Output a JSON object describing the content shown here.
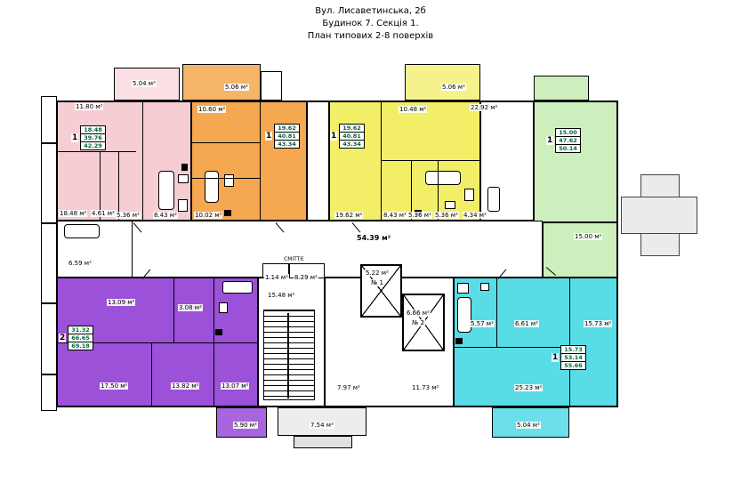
{
  "title": {
    "address": "Вул. Лисаветинська, 2б",
    "building": "Будинок 7. Секція 1.",
    "plan": "План типових 2-8 поверхів"
  },
  "apartments": {
    "pink": {
      "rooms": "1",
      "living": "18.48",
      "total": "39.76",
      "overall": "42.29"
    },
    "orange": {
      "rooms": "1",
      "living": "19.62",
      "total": "40.81",
      "overall": "43.34"
    },
    "yellow": {
      "rooms": "1",
      "living": "19.62",
      "total": "40.81",
      "overall": "43.34"
    },
    "green": {
      "rooms": "1",
      "living": "15.00",
      "total": "47.62",
      "overall": "50.14"
    },
    "purple": {
      "rooms": "2",
      "living": "31.32",
      "total": "66.65",
      "overall": "69.18"
    },
    "cyan": {
      "rooms": "1",
      "living": "15.73",
      "total": "53.14",
      "overall": "55.66"
    }
  },
  "labels": {
    "t_balcony_pink": "5.04 м²",
    "t_balcony_orange": "5.06 м²",
    "t_balcony_yellow": "5.06 м²",
    "terrace": "22.92 м²",
    "pink_room_top": "11.80 м²",
    "orange_top": "10.60 м²",
    "yellow_top": "10.48 м²",
    "pink_living": "18.48 м²",
    "pink_c1": "4.61 м²",
    "pink_c2": "5.36 м²",
    "pink_kitchen": "8.43 м²",
    "orange_kitchen": "10.02 м²",
    "yellow_living": "19.62 м²",
    "yellow_kitchen": "8.43 м²",
    "yellow_c1": "5.36 м²",
    "yellow_c2": "5.36 м²",
    "green_bath": "4.34 м²",
    "green_room2": "15.00 м²",
    "corridor": "54.39 м²",
    "left_bath": "6.59 м²",
    "chute": "СМІТТЄ",
    "chute_room": "1.14 м²",
    "vestibule": "8.29 м²",
    "stairs": "15.48 м²",
    "lift1_area": "5.22 м²",
    "lift1_no": "№ 1",
    "lift2_area": "6.66 м²",
    "lift2_no": "№ 2",
    "purple_r1": "13.09 м²",
    "purple_small": "3.08 м²",
    "purple_living": "17.50 м²",
    "purple_r2": "13.82 м²",
    "purple_kitchen": "13.07 м²",
    "lobby1": "7.97 м²",
    "lobby2": "11.73 м²",
    "cyan_bath": "5.57 м²",
    "cyan_hall": "6.61 м²",
    "cyan_room": "15.73 м²",
    "cyan_living": "25.23 м²",
    "b_balcony_purple": "5.90 м²",
    "porch": "7.54 м²",
    "b_balcony_cyan": "5.04 м²"
  },
  "colors": {
    "pink": "#f7cdd4",
    "orange": "#f5a84f",
    "yellow": "#f2ee67",
    "green": "#cdeebd",
    "purple": "#9b51d8",
    "cyan": "#58dce6",
    "stat_value": "#00663a",
    "wall": "#000000"
  }
}
